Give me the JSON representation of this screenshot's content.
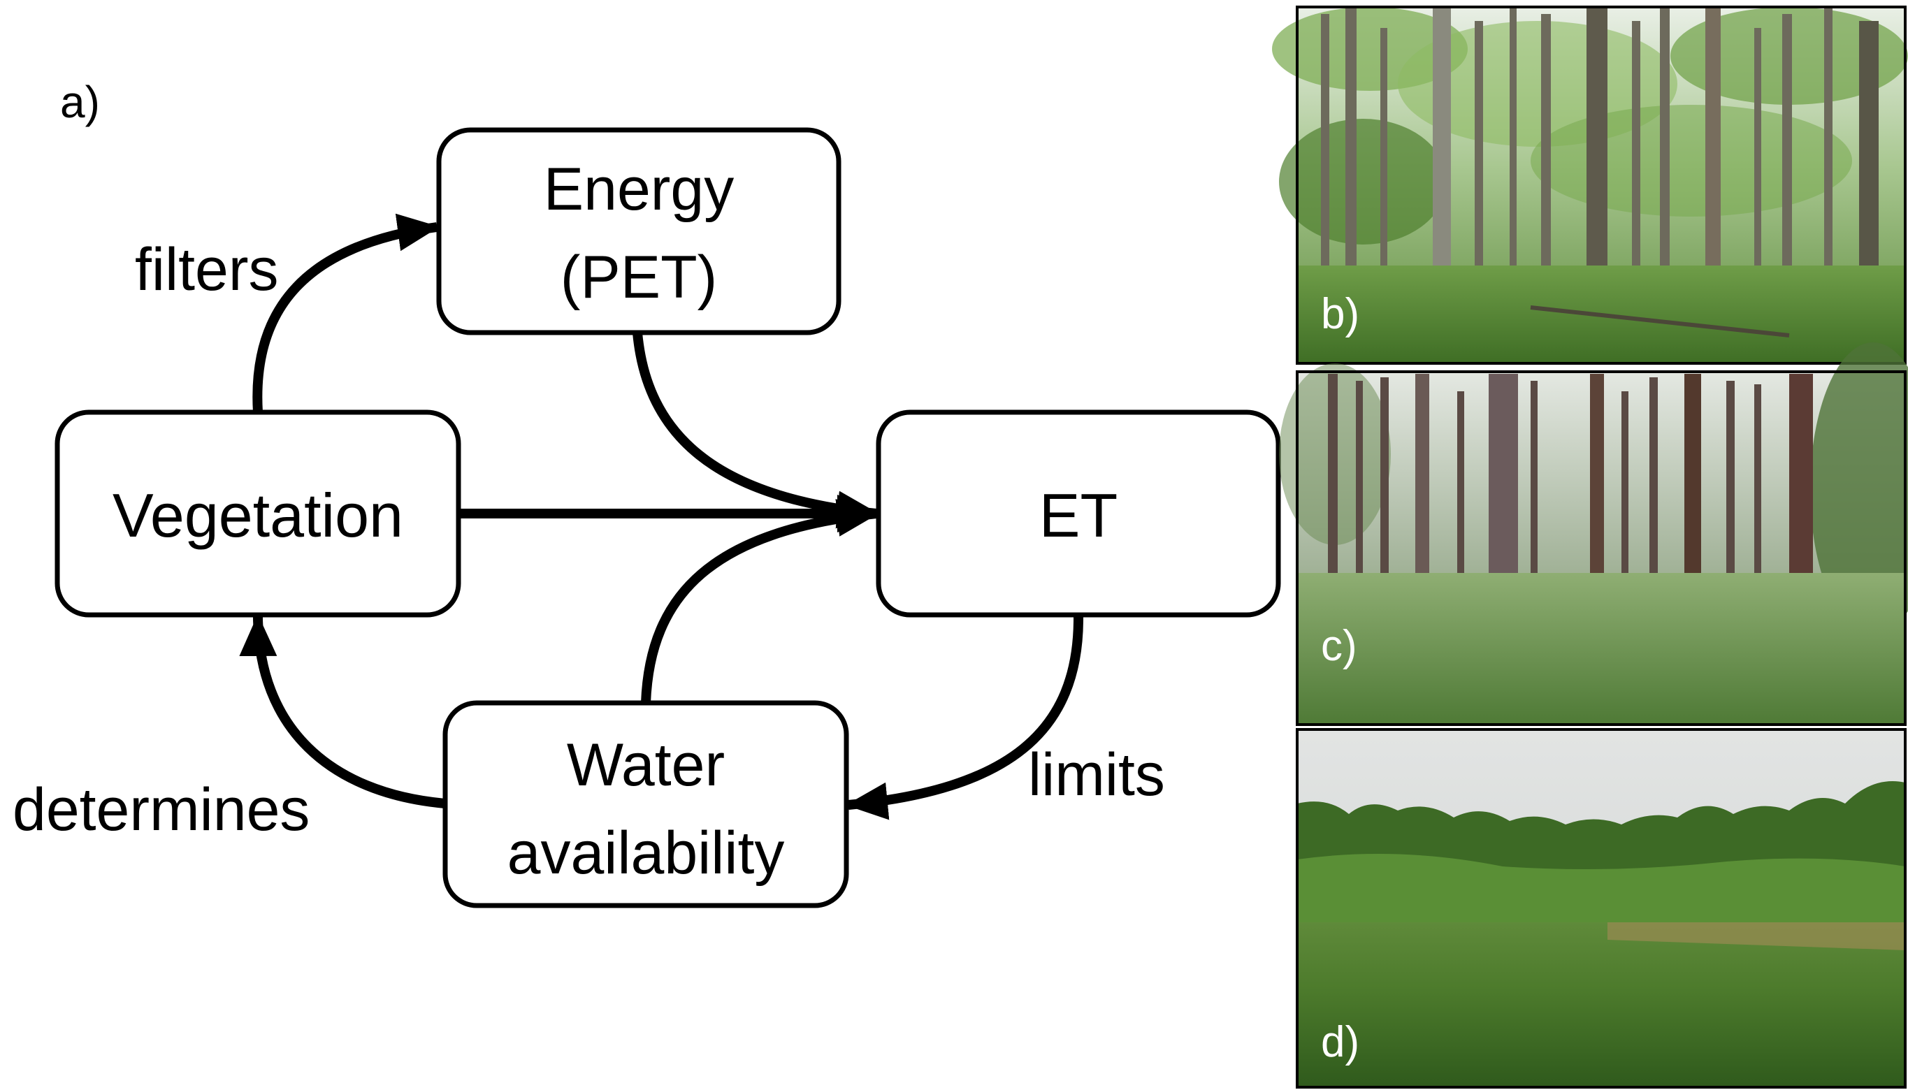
{
  "panel_labels": {
    "a": "a)",
    "b": "b)",
    "c": "c)",
    "d": "d)"
  },
  "nodes": {
    "energy": {
      "line1": "Energy",
      "line2": "(PET)"
    },
    "vegetation": {
      "label": "Vegetation"
    },
    "et": {
      "label": "ET"
    },
    "water": {
      "line1": "Water",
      "line2": "availability"
    }
  },
  "edge_labels": {
    "filters": "filters",
    "limits": "limits",
    "determines": "determines"
  },
  "photos": {
    "b": {
      "scene": "dense-forest"
    },
    "c": {
      "scene": "open-forest-grass"
    },
    "d": {
      "scene": "meadow-treeline"
    }
  },
  "colors": {
    "stroke": "#000000",
    "text": "#000000",
    "photo_label": "#ffffff"
  }
}
